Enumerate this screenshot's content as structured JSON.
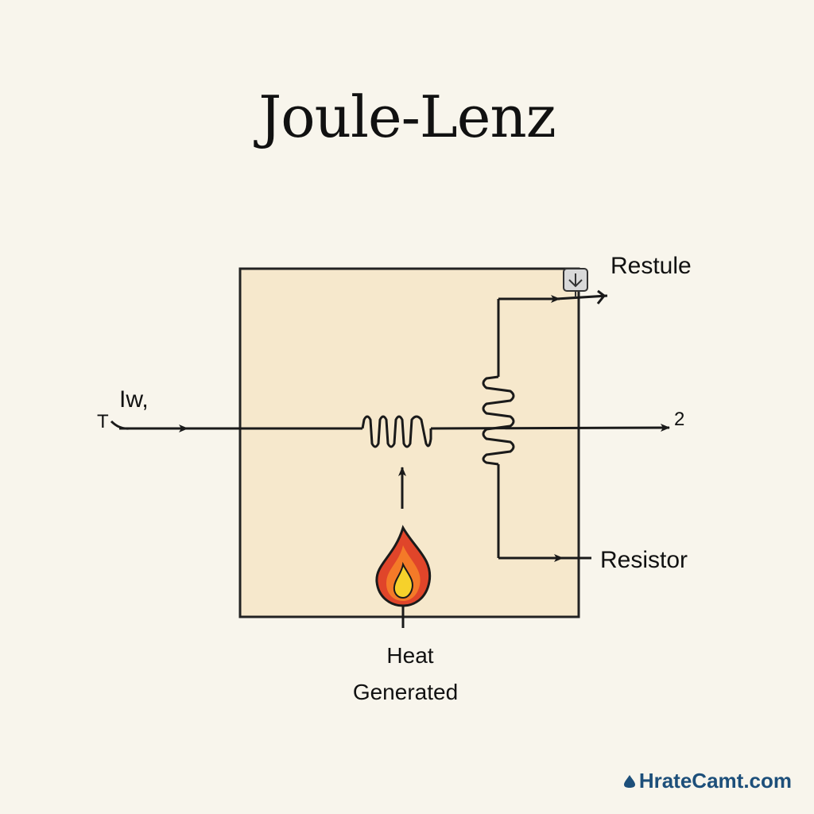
{
  "title": "Joule-Lenz",
  "labels": {
    "input_current": "Iw,",
    "input_terminal": "T",
    "output_terminal": "2",
    "top_output": "Restule",
    "bottom_output": "Resistor",
    "heat_line1": "Heat",
    "heat_line2": "Generated"
  },
  "watermark": "HrateCamt.com",
  "icons": {
    "heat_source": "flame-icon",
    "top_component": "download-arrow-icon",
    "resistors": "resistor-coil-icon"
  },
  "colors": {
    "background": "#f8f5ec",
    "panel": "#f6e8cc",
    "wire": "#1a1a1a",
    "flame_outer": "#e0452a",
    "flame_mid": "#f47a28",
    "flame_inner": "#f6d12b",
    "watermark": "#1d4f7a"
  }
}
